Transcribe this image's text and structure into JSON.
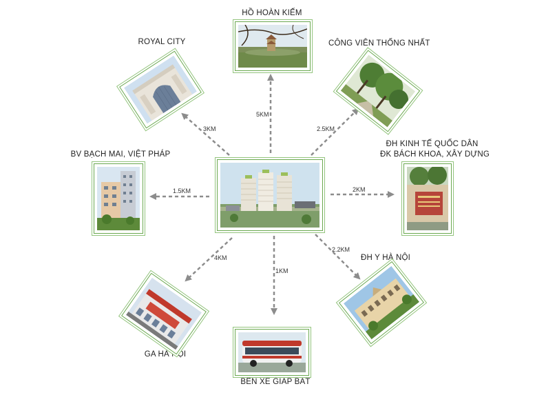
{
  "center": {
    "icon": "apartment-towers-photo"
  },
  "destinations": [
    {
      "key": "ho-hoan-kiem",
      "label": "HỒ HOÀN KIẾM",
      "distance": "5KM",
      "icon": "lake-pagoda-photo"
    },
    {
      "key": "royal-city",
      "label": "ROYAL CITY",
      "distance": "3KM",
      "icon": "mall-arch-photo"
    },
    {
      "key": "cong-vien",
      "label": "CÔNG VIÊN THỐNG NHẤT",
      "distance": "2.5KM",
      "icon": "park-trees-photo"
    },
    {
      "key": "bv-bach-mai",
      "label": "BV BẠCH MAI, VIỆT PHÁP",
      "distance": "1.5KM",
      "icon": "hospital-building-photo"
    },
    {
      "key": "dh-kinh-te",
      "label_lines": [
        "ĐH KINH TẾ QUỐC DÂN",
        "ĐK BÁCH KHOA, XÂY DỰNG"
      ],
      "distance": "2KM",
      "icon": "university-sign-photo"
    },
    {
      "key": "ga-ha-noi",
      "label": "GA HÀ NỘI",
      "distance": "4KM",
      "icon": "train-station-photo"
    },
    {
      "key": "ben-xe",
      "label": "BẾN XE GIÁP BÁT",
      "distance": "1KM",
      "icon": "bus-photo"
    },
    {
      "key": "dh-y",
      "label": "ĐH Y HÀ NỘI",
      "distance": "2.2KM",
      "icon": "medical-university-photo"
    }
  ],
  "colors": {
    "arrow": "#8c8c8c",
    "frame": "#6aa84f"
  }
}
